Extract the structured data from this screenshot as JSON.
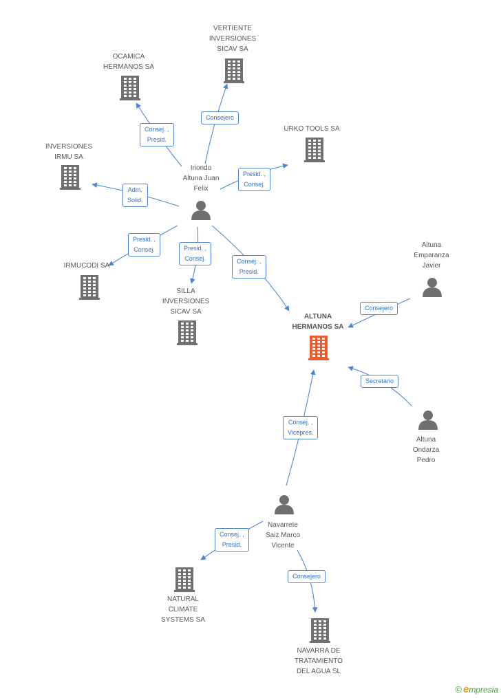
{
  "colors": {
    "edge": "#4a86d4",
    "company": "#707070",
    "focus": "#f05a28",
    "person": "#707070",
    "label": "#555555"
  },
  "nodes": [
    {
      "id": "vertiente",
      "type": "company",
      "lines": [
        "VERTIENTE",
        "INVERSIONES",
        "SICAV SA"
      ]
    },
    {
      "id": "ocamica",
      "type": "company",
      "lines": [
        "OCAMICA",
        "HERMANOS SA"
      ]
    },
    {
      "id": "urko",
      "type": "company",
      "lines": [
        "URKO TOOLS SA"
      ]
    },
    {
      "id": "irmu",
      "type": "company",
      "lines": [
        "INVERSIONES",
        "IRMU SA"
      ]
    },
    {
      "id": "iriondo",
      "type": "person",
      "lines": [
        "Iriondo",
        "Altuna Juan",
        "Felix"
      ]
    },
    {
      "id": "irmucodi",
      "type": "company",
      "lines": [
        "IRMUCODI SA"
      ]
    },
    {
      "id": "silla",
      "type": "company",
      "lines": [
        "SILLA",
        "INVERSIONES",
        "SICAV SA"
      ]
    },
    {
      "id": "emparanza",
      "type": "person",
      "lines": [
        "Altuna",
        "Emparanza",
        "Javier"
      ]
    },
    {
      "id": "altuna",
      "type": "focus",
      "lines": [
        "ALTUNA",
        "HERMANOS SA"
      ]
    },
    {
      "id": "ondarza",
      "type": "person",
      "lines": [
        "Altuna",
        "Ondarza",
        "Pedro"
      ]
    },
    {
      "id": "navarrete",
      "type": "person",
      "lines": [
        "Navarrete",
        "Saiz Marco",
        "Vicente"
      ]
    },
    {
      "id": "natural",
      "type": "company",
      "lines": [
        "NATURAL",
        "CLIMATE",
        "SYSTEMS SA"
      ]
    },
    {
      "id": "navarra",
      "type": "company",
      "lines": [
        "NAVARRA DE",
        "TRATAMIENTO",
        "DEL AGUA SL"
      ]
    }
  ],
  "edges": [
    {
      "from": "iriondo",
      "to": "vertiente",
      "label": [
        "Consejero"
      ]
    },
    {
      "from": "iriondo",
      "to": "ocamica",
      "label": [
        "Consej. ,",
        "Presid."
      ]
    },
    {
      "from": "iriondo",
      "to": "urko",
      "label": [
        "Presid. ,",
        "Consej."
      ]
    },
    {
      "from": "iriondo",
      "to": "irmu",
      "label": [
        "Adm.",
        "Solid."
      ]
    },
    {
      "from": "iriondo",
      "to": "irmucodi",
      "label": [
        "Presid. ,",
        "Consej."
      ]
    },
    {
      "from": "iriondo",
      "to": "silla",
      "label": [
        "Presid. ,",
        "Consej."
      ]
    },
    {
      "from": "iriondo",
      "to": "altuna",
      "label": [
        "Consej. ,",
        "Presid."
      ]
    },
    {
      "from": "emparanza",
      "to": "altuna",
      "label": [
        "Consejero"
      ]
    },
    {
      "from": "ondarza",
      "to": "altuna",
      "label": [
        "Secretario"
      ]
    },
    {
      "from": "navarrete",
      "to": "altuna",
      "label": [
        "Consej. ,",
        "Vicepres."
      ]
    },
    {
      "from": "navarrete",
      "to": "natural",
      "label": [
        "Consej. ,",
        "Presid."
      ]
    },
    {
      "from": "navarrete",
      "to": "navarra",
      "label": [
        "Consejero"
      ]
    }
  ],
  "footer": {
    "copyright": "©",
    "brand_e": "e",
    "brand_rest": "mpresia"
  }
}
